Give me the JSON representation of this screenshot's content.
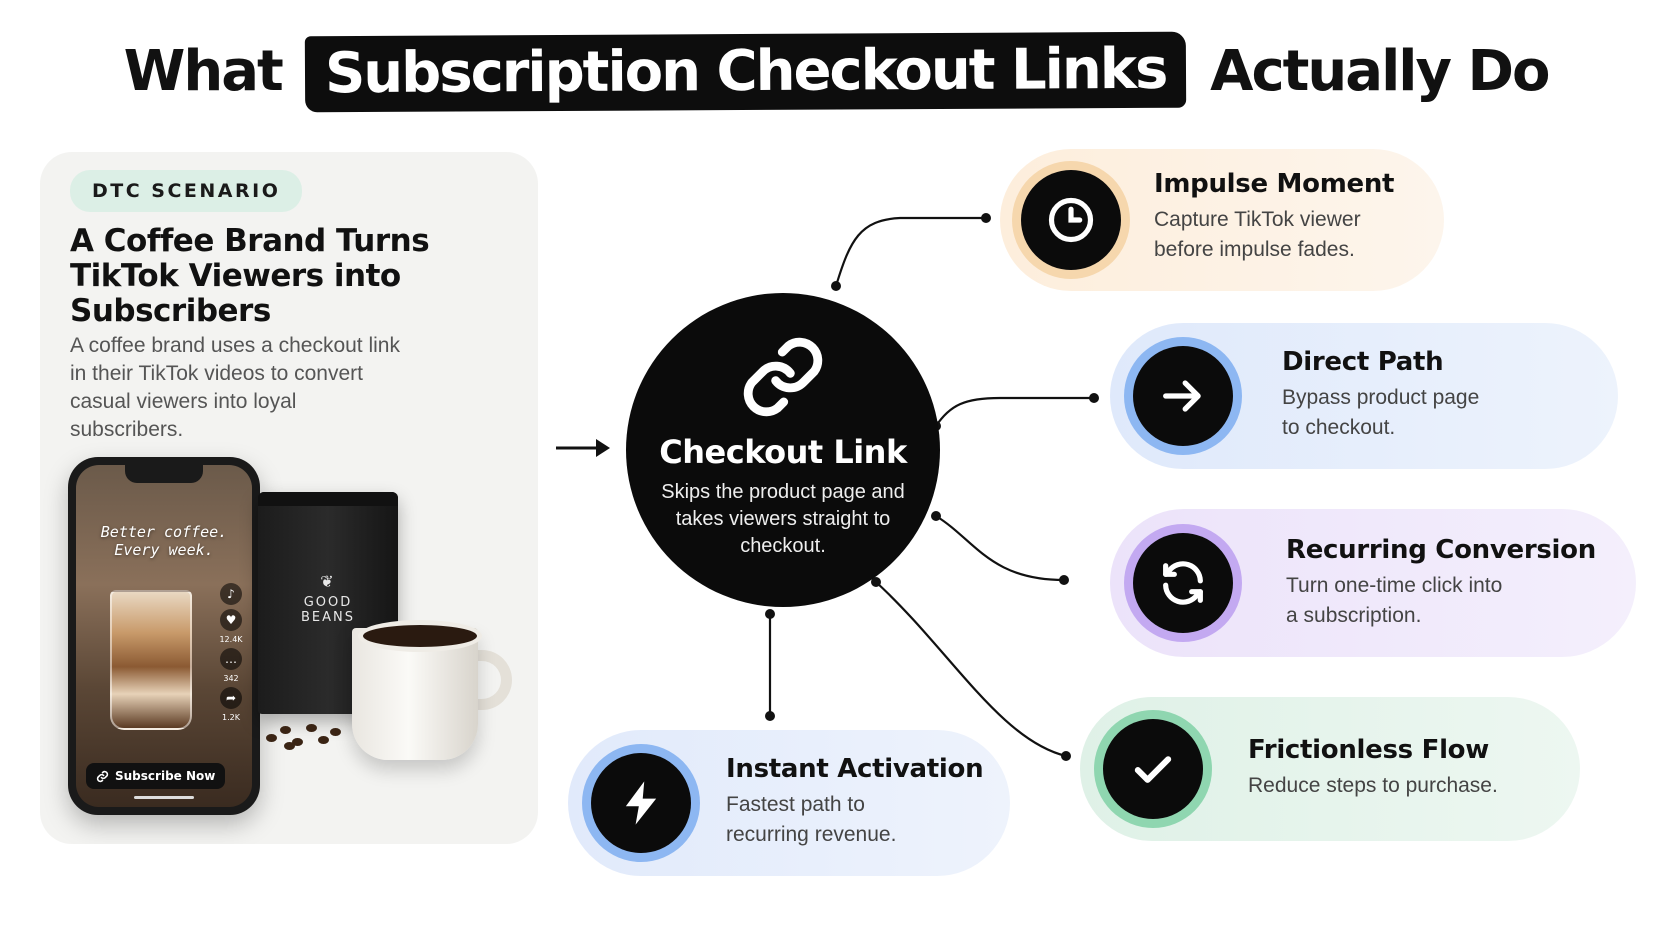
{
  "title": {
    "before": "What",
    "highlight": "Subscription Checkout Links",
    "after": "Actually Do"
  },
  "scenario": {
    "badge": "DTC SCENARIO",
    "heading": "A Coffee Brand Turns TikTok Viewers into Subscribers",
    "description": "A coffee brand uses a checkout link in their TikTok videos to convert casual viewers into loyal subscribers.",
    "phone": {
      "caption_line1": "Better coffee.",
      "caption_line2": "Every week.",
      "likes": "12.4K",
      "comments": "342",
      "shares": "1.2K",
      "cta": "Subscribe Now"
    },
    "bag_label_line1": "GOOD",
    "bag_label_line2": "BEANS"
  },
  "hub": {
    "title": "Checkout Link",
    "description": "Skips the product page and takes viewers straight to checkout.",
    "icon": "link-icon"
  },
  "features": {
    "impulse": {
      "title": "Impulse Moment",
      "description": "Capture TikTok viewer\nbefore impulse fades.",
      "icon": "clock-icon",
      "accent": "#f6c98f"
    },
    "direct": {
      "title": "Direct Path",
      "description": "Bypass product page\nto checkout.",
      "icon": "arrow-right-icon",
      "accent": "#6fa3ee"
    },
    "recurring": {
      "title": "Recurring Conversion",
      "description": "Turn one-time click into\na subscription.",
      "icon": "refresh-icon",
      "accent": "#b89af0"
    },
    "frictionless": {
      "title": "Frictionless Flow",
      "description": "Reduce steps to purchase.",
      "icon": "check-icon",
      "accent": "#7fd0a6"
    },
    "instant": {
      "title": "Instant Activation",
      "description": "Fastest path to\nrecurring revenue.",
      "icon": "lightning-icon",
      "accent": "#6fa3ee"
    }
  }
}
